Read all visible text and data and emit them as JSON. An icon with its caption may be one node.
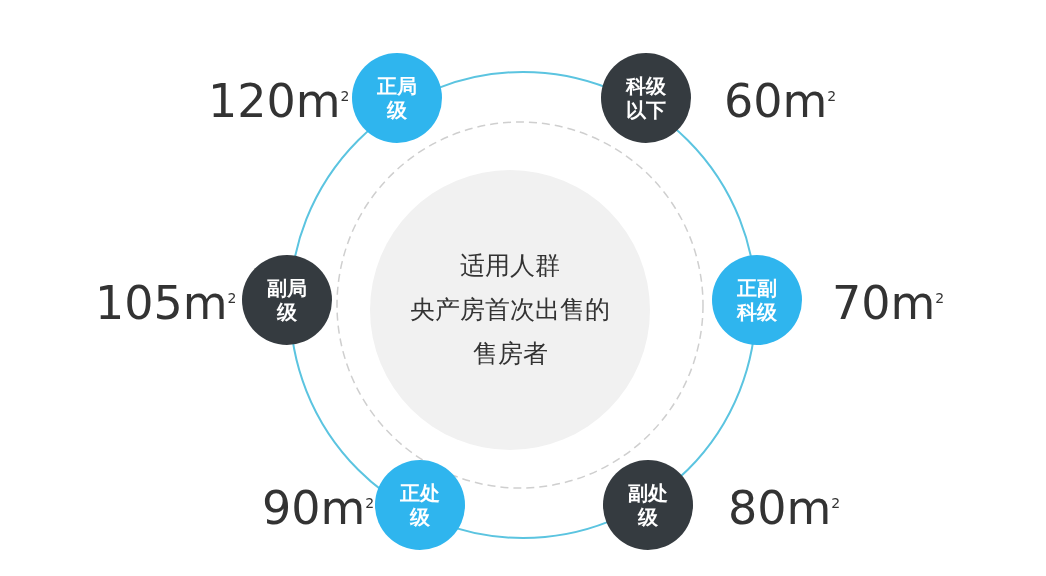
{
  "diagram": {
    "nodes": [
      {
        "text": [
          "正局级"
        ],
        "beside": [
          "120m$^{2}$"
        ]
      },
      {
        "text": [
          "科级以下"
        ],
        "beside": [
          "60m$^{2}$"
        ]
      },
      {
        "text": [
          "副局级"
        ],
        "beside": [
          "105m$^{2}$"
        ]
      },
      {
        "text": [
          "适用人群",
          "央产房首次出售的售房者"
        ]
      },
      {
        "text": [
          "正副科级"
        ],
        "beside": [
          "70m$^{2}$"
        ]
      },
      {
        "text": [
          "正处级"
        ],
        "beside": [
          "90m$^{2}$"
        ]
      },
      {
        "text": [
          "副处级"
        ],
        "beside": [
          "80m$^{2}$"
        ]
      }
    ]
  }
}
